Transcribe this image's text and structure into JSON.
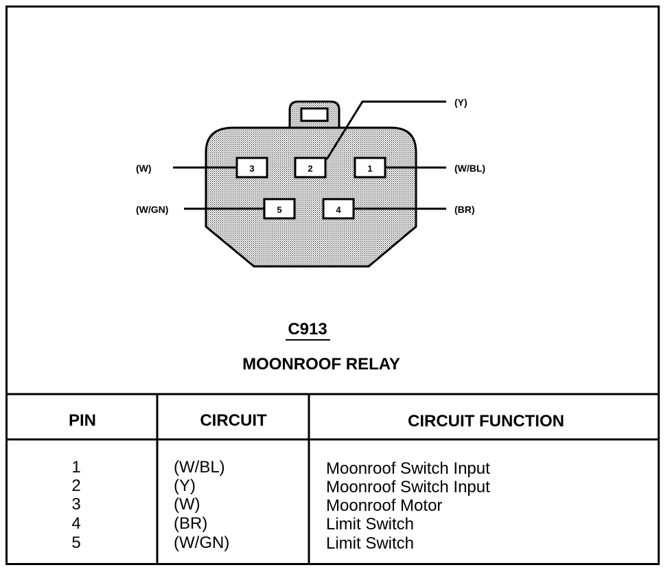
{
  "connector": {
    "id": "C913",
    "name": "MOONROOF RELAY",
    "pins": [
      {
        "pin": "1",
        "wire": "(W/BL)"
      },
      {
        "pin": "2",
        "wire": "(Y)"
      },
      {
        "pin": "3",
        "wire": "(W)"
      },
      {
        "pin": "4",
        "wire": "(BR)"
      },
      {
        "pin": "5",
        "wire": "(W/GN)"
      }
    ]
  },
  "table": {
    "headers": [
      "PIN",
      "CIRCUIT",
      "CIRCUIT FUNCTION"
    ],
    "rows": [
      {
        "pin": "1",
        "circuit": "(W/BL)",
        "function": "Moonroof Switch Input"
      },
      {
        "pin": "2",
        "circuit": "(Y)",
        "function": "Moonroof Switch Input"
      },
      {
        "pin": "3",
        "circuit": "(W)",
        "function": "Moonroof Motor"
      },
      {
        "pin": "4",
        "circuit": "(BR)",
        "function": "Limit Switch"
      },
      {
        "pin": "5",
        "circuit": "(W/GN)",
        "function": "Limit Switch"
      }
    ]
  }
}
